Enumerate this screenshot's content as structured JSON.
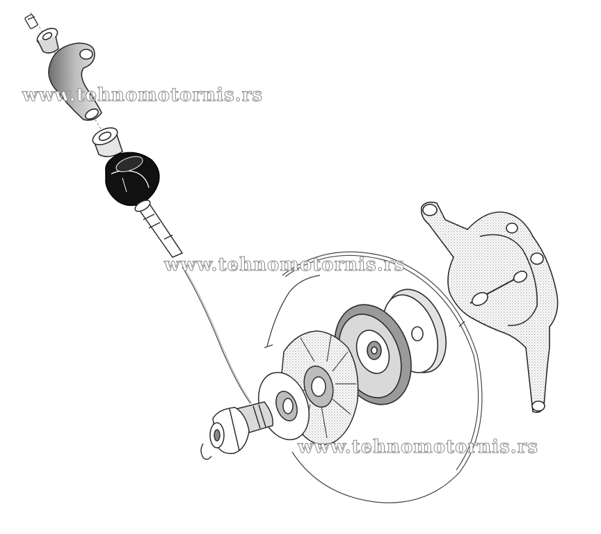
{
  "watermarks": {
    "top": "www.tehnomotornis.rs",
    "middle": "www.tehnomotornis.rs",
    "bottom": "www.tehnomotornis.rs"
  },
  "colors": {
    "line": "#2a2a2a",
    "shade": "#9a9a9a",
    "highlight": "#d9d9d9",
    "knob": "#111111"
  }
}
